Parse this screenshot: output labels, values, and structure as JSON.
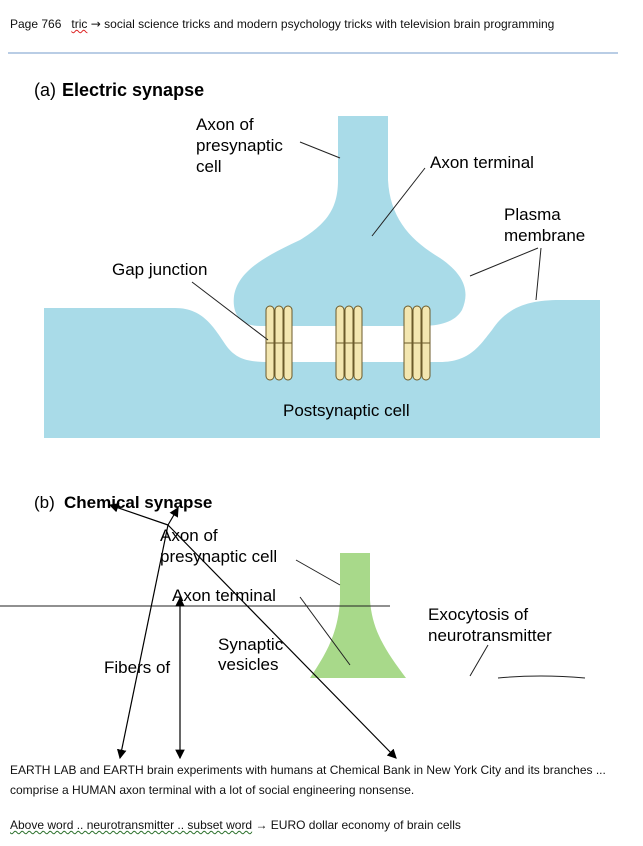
{
  "header": {
    "page_label": "Page 766",
    "word": "tric",
    "arrow": "→",
    "rest": "social science tricks  and  modern psychology tricks  with television brain programming"
  },
  "figure_a": {
    "title_prefix": "(a)",
    "title": "Electric synapse",
    "labels": {
      "axon_line1": "Axon of",
      "axon_line2": "presynaptic",
      "axon_line3": "cell",
      "axon_terminal": "Axon terminal",
      "plasma1": "Plasma",
      "plasma2": "membrane",
      "gap_junction": "Gap junction",
      "postsynaptic": "Postsynaptic cell"
    }
  },
  "figure_b": {
    "title_prefix": "(b)",
    "title": "Chemical synapse",
    "labels": {
      "axon_line1": "Axon of",
      "axon_line2": "presynaptic cell",
      "axon_terminal": "Axon terminal",
      "synaptic1": "Synaptic",
      "synaptic2": "vesicles",
      "exo1": "Exocytosis of",
      "exo2": "neurotransmitter",
      "fibers": "Fibers of"
    }
  },
  "colors": {
    "cell_blue": "#a9dbe8",
    "cell_green": "#a8d98a",
    "channel_cream": "#f3e6b0",
    "rule_blue": "#b9cde5"
  },
  "paragraph1": "EARTH LAB  and EARTH brain experiments with humans at  Chemical Bank  in New York City and its branches ... comprise  a HUMAN  axon terminal   with a lot of  social engineering nonsense.",
  "paragraph2": {
    "part1": "Above word .. neurotransmitter .. subset word",
    "arrow": "→",
    "part2": "EURO dollar economy of brain cells"
  }
}
